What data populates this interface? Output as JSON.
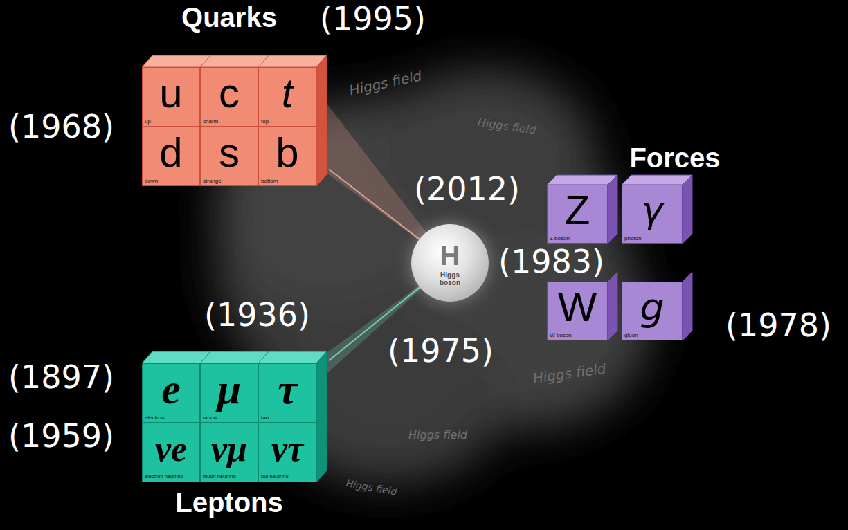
{
  "diagram": {
    "nodes": [
      {
        "text": [
          "Quarks"
        ]
      },
      {
        "text": [
          "u",
          "up"
        ],
        "in": 0
      },
      {
        "text": [
          "c",
          "charm"
        ],
        "in": 0
      },
      {
        "text": [
          "t",
          "top"
        ],
        "in": 0
      },
      {
        "text": [
          "d",
          "down"
        ],
        "in": 0
      },
      {
        "text": [
          "s",
          "strange"
        ],
        "in": 0
      },
      {
        "text": [
          "b",
          "bottom"
        ],
        "in": 0
      },
      {
        "text": [
          "Forces"
        ]
      },
      {
        "text": [
          "Z",
          "Z boson"
        ],
        "in": 7
      },
      {
        "text": [
          "γ",
          "photon"
        ],
        "in": 7
      },
      {
        "text": [
          "W",
          "W boson"
        ],
        "in": 7
      },
      {
        "text": [
          "g",
          "gluon"
        ],
        "in": 7
      },
      {
        "text": [
          "H",
          "Higgs boson"
        ]
      },
      {
        "text": [
          "Leptons"
        ]
      },
      {
        "text": [
          "e",
          "electron"
        ],
        "in": 13
      },
      {
        "text": [
          "μ",
          "muon"
        ],
        "in": 13
      },
      {
        "text": [
          "τ",
          "tau"
        ],
        "in": 13
      },
      {
        "text": [
          "νe",
          "electron neutrino"
        ],
        "in": 13
      },
      {
        "text": [
          "νμ",
          "muon neutrino"
        ],
        "in": 13
      },
      {
        "text": [
          "ντ",
          "tau neutrino"
        ],
        "in": 13
      }
    ],
    "edges": [
      {
        "from": 12,
        "to": 0,
        "arrow": "none"
      },
      {
        "from": 12,
        "to": 13,
        "arrow": "none"
      }
    ],
    "labels": [
      "(1995)",
      "(1968)",
      "(2012)",
      "(1983)",
      "(1978)",
      "(1936)",
      "(1975)",
      "(1897)",
      "(1959)",
      "Higgs field",
      "Higgs field",
      "Higgs field",
      "Higgs field",
      "Higgs field"
    ]
  }
}
